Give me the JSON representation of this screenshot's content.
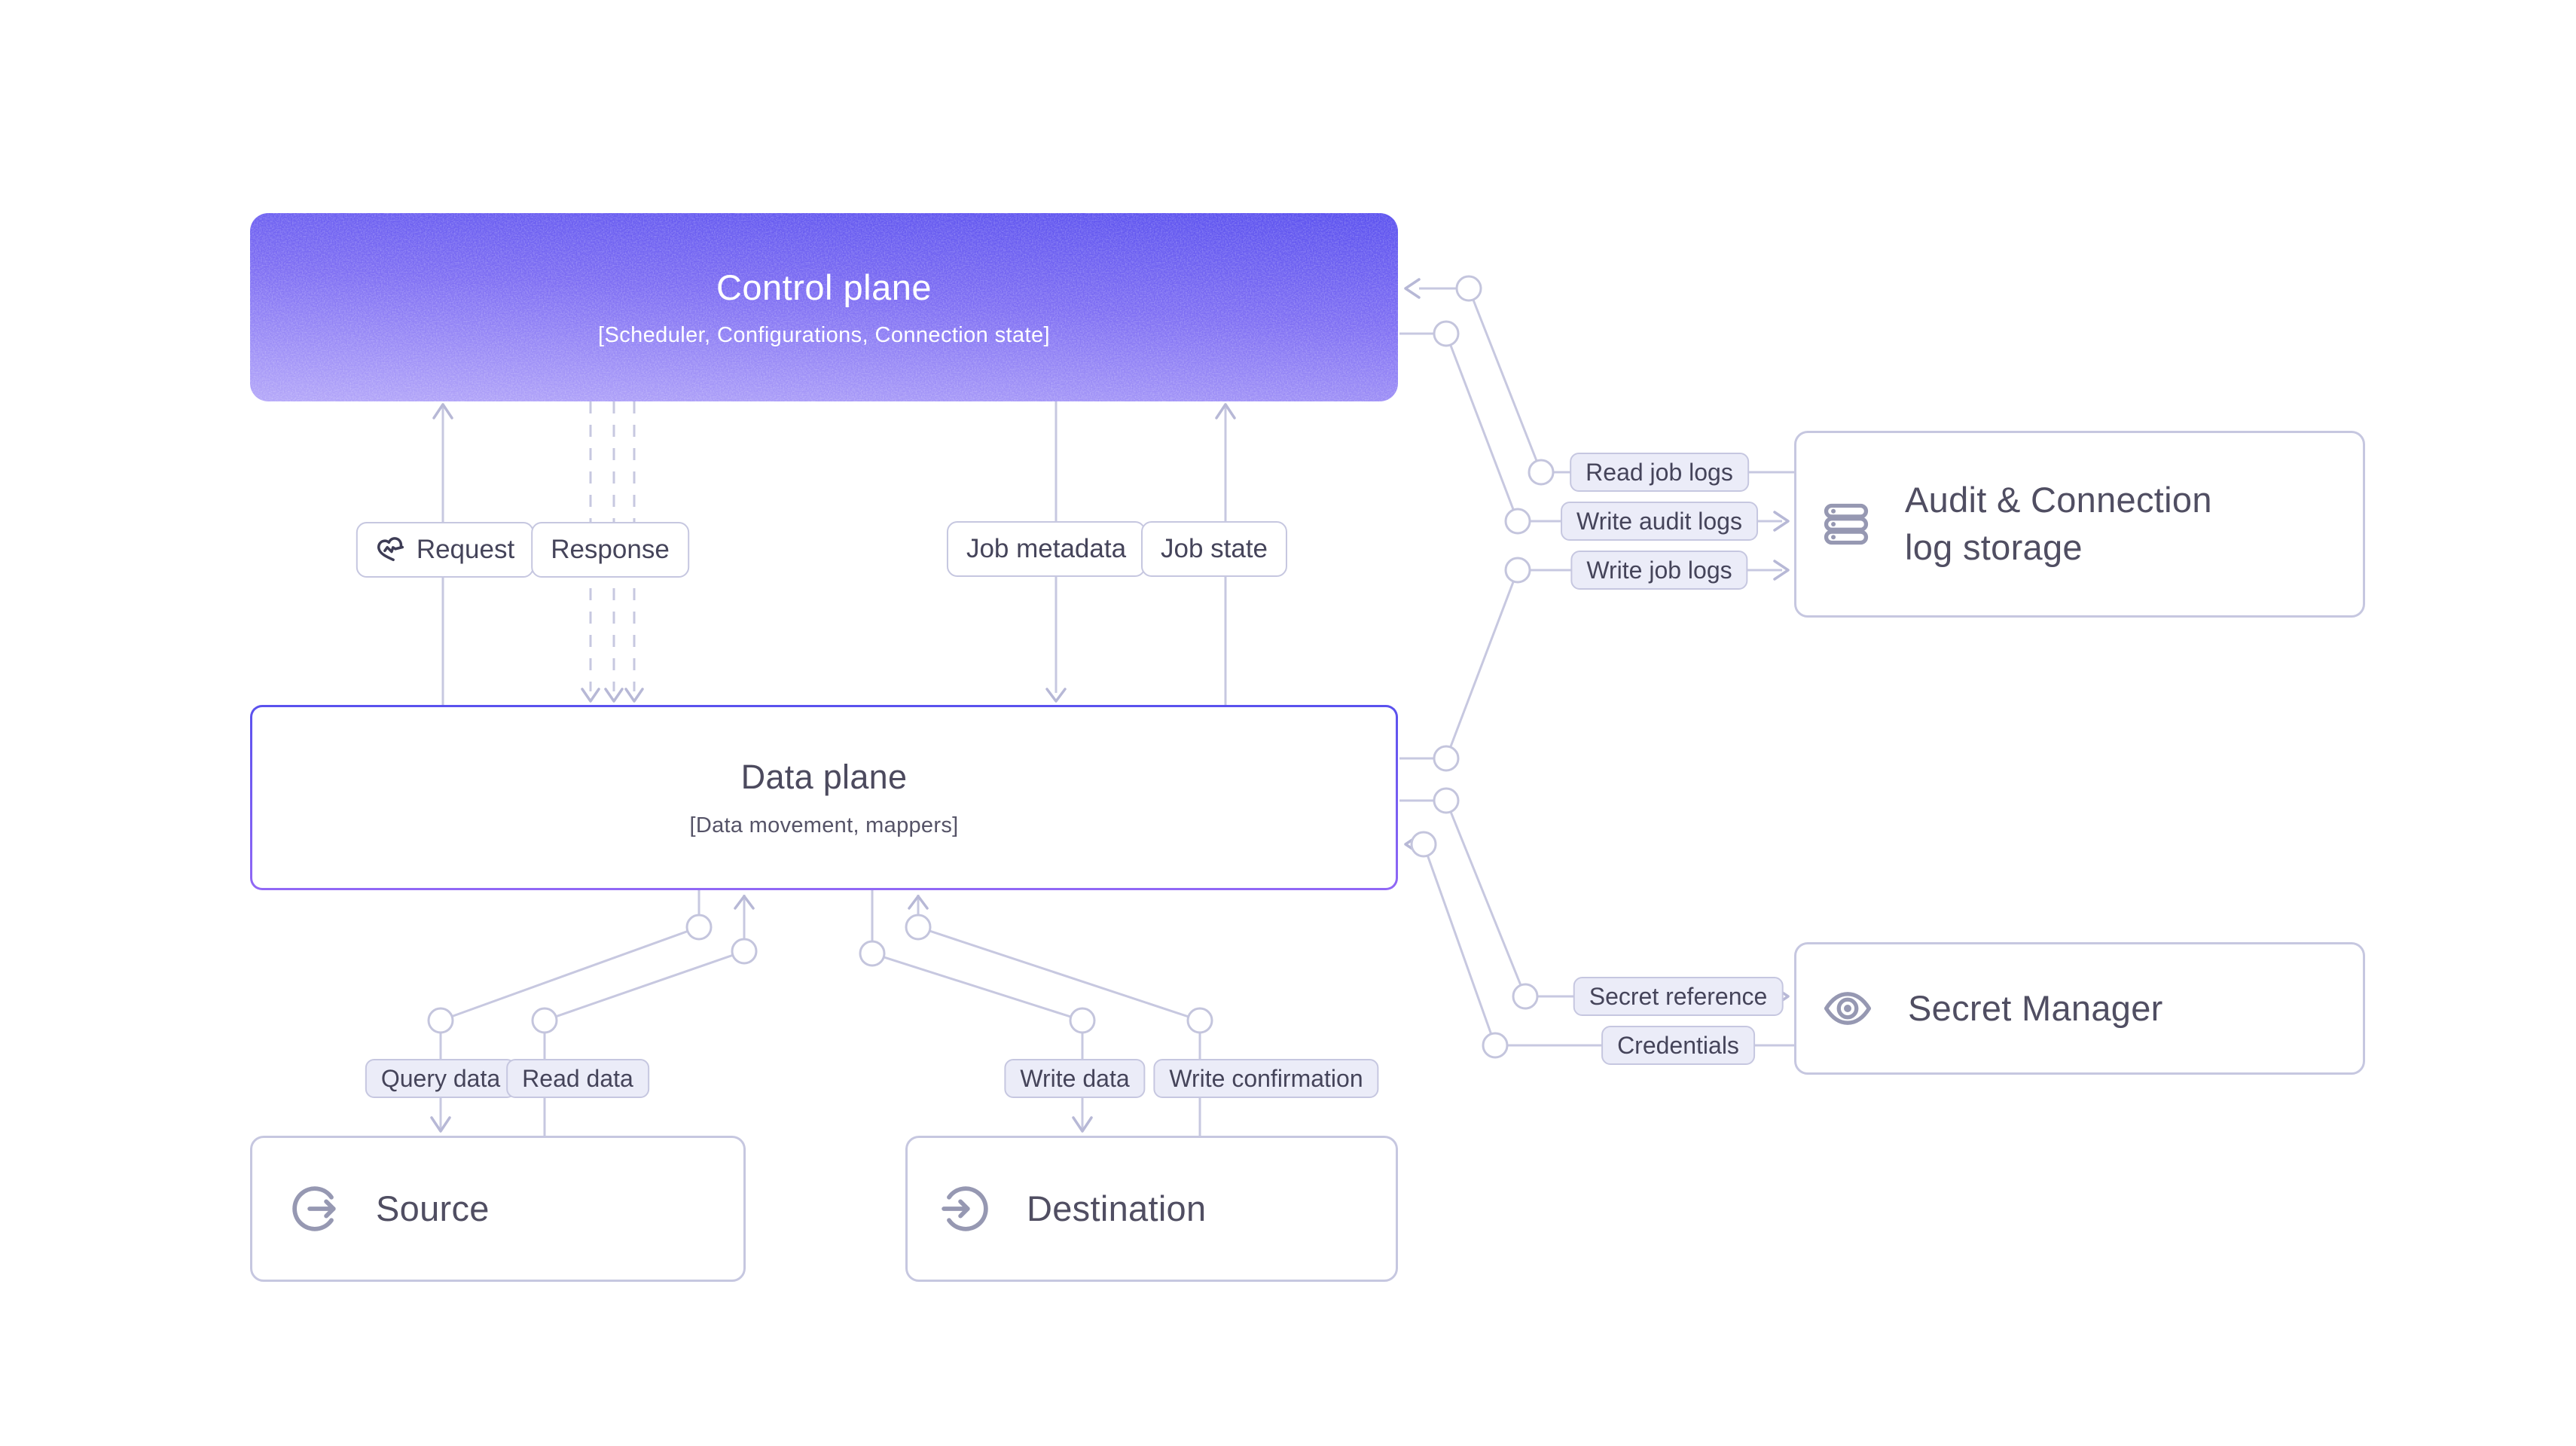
{
  "diagram": {
    "control_plane": {
      "title": "Control plane",
      "subtitle": "[Scheduler, Configurations, Connection state]"
    },
    "data_plane": {
      "title": "Data plane",
      "subtitle": "[Data movement, mappers]"
    },
    "source": {
      "title": "Source",
      "icon": "export-circle-icon"
    },
    "destination": {
      "title": "Destination",
      "icon": "import-circle-icon"
    },
    "audit_log_storage": {
      "title": "Audit & Connection log storage",
      "icon": "server-stack-icon"
    },
    "secret_manager": {
      "title": "Secret Manager",
      "icon": "eye-icon"
    }
  },
  "edge_labels": {
    "request": "Request",
    "response": "Response",
    "job_metadata": "Job metadata",
    "job_state": "Job state",
    "read_job_logs": "Read job logs",
    "write_audit_logs": "Write audit logs",
    "write_job_logs": "Write job logs",
    "secret_reference": "Secret reference",
    "credentials": "Credentials",
    "query_data": "Query data",
    "read_data": "Read data",
    "write_data": "Write data",
    "write_confirmation": "Write confirmation"
  },
  "colors": {
    "line": "#c7c8e0",
    "arrow": "#b7b8d6",
    "chip_border": "#c6c7e0",
    "chip_fill": "#ebecf8",
    "chip_text": "#45445a",
    "node_border": "#c6c7e0",
    "title": "#504e62",
    "icon": "#9698b2",
    "request_icon": "#3d3c55",
    "control_top": "#5a50ef",
    "control_bottom": "#b4a7f9",
    "data_border_top": "#5a51ee",
    "data_border_bottom": "#9168f5"
  }
}
